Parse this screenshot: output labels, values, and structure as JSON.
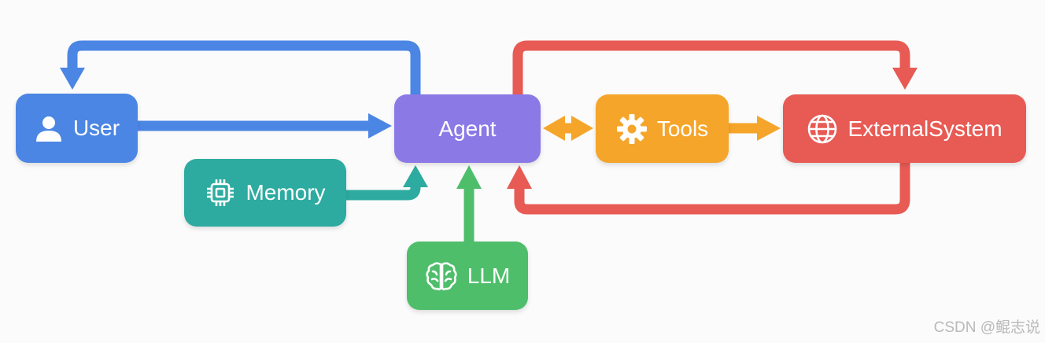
{
  "diagram": {
    "nodes": {
      "user": {
        "label": "User",
        "icon": "user-icon",
        "color": "#4c86e4"
      },
      "agent": {
        "label": "Agent",
        "color": "#8b79e6"
      },
      "tools": {
        "label": "Tools",
        "icon": "gear-icon",
        "color": "#f5a52a"
      },
      "external": {
        "label": "ExternalSystem",
        "icon": "globe-icon",
        "color": "#e85a54"
      },
      "memory": {
        "label": "Memory",
        "icon": "chip-icon",
        "color": "#2daba0"
      },
      "llm": {
        "label": "LLM",
        "icon": "brain-icon",
        "color": "#4fbe6b"
      }
    },
    "edges": [
      {
        "from": "user",
        "to": "agent",
        "color": "#4c86e4"
      },
      {
        "from": "agent",
        "to": "user",
        "color": "#4c86e4"
      },
      {
        "from": "memory",
        "to": "agent",
        "color": "#2daba0"
      },
      {
        "from": "llm",
        "to": "agent",
        "color": "#4fbe6b"
      },
      {
        "from": "agent",
        "to": "tools",
        "color": "#f5a52a",
        "bidirectional": true
      },
      {
        "from": "tools",
        "to": "external",
        "color": "#f5a52a"
      },
      {
        "from": "agent",
        "to": "external",
        "color": "#e85a54"
      },
      {
        "from": "external",
        "to": "agent",
        "color": "#e85a54"
      }
    ]
  },
  "watermark": "CSDN @鲲志说"
}
